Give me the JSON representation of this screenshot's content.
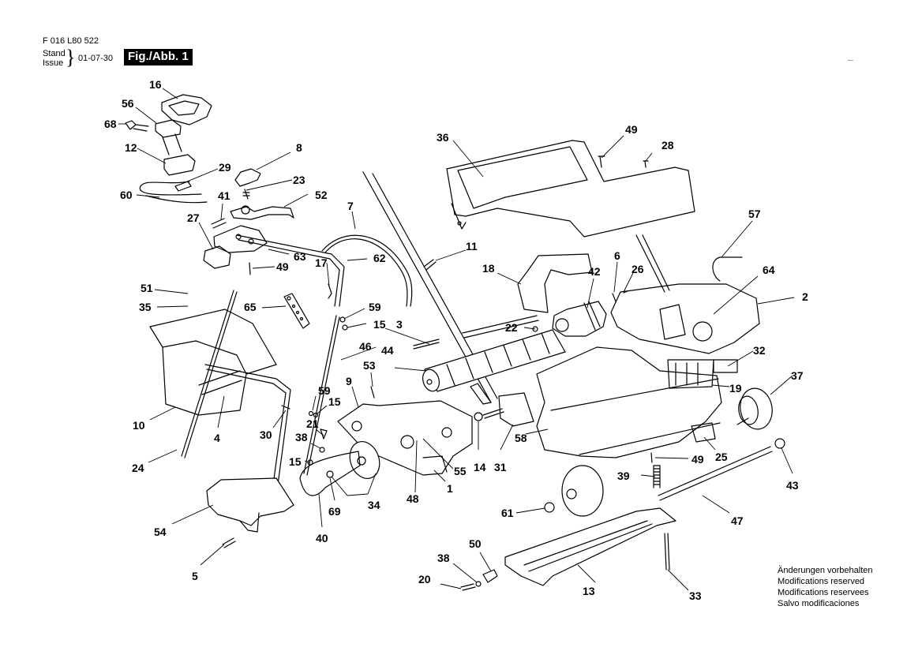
{
  "header": {
    "part_number": "F 016 L80 522",
    "stand_label": "Stand",
    "issue_label": "Issue",
    "date": "01-07-30",
    "figure_label": "Fig./Abb. 1"
  },
  "notice": [
    "Änderungen vorbehalten",
    "Modifications reserved",
    "Modifications reservees",
    "Salvo modificaciones"
  ],
  "callouts": [
    {
      "id": "c16",
      "label": "16"
    },
    {
      "id": "c56",
      "label": "56"
    },
    {
      "id": "c68",
      "label": "68"
    },
    {
      "id": "c12",
      "label": "12"
    },
    {
      "id": "c29",
      "label": "29"
    },
    {
      "id": "c60",
      "label": "60"
    },
    {
      "id": "c8",
      "label": "8"
    },
    {
      "id": "c23",
      "label": "23"
    },
    {
      "id": "c41",
      "label": "41"
    },
    {
      "id": "c52",
      "label": "52"
    },
    {
      "id": "c27",
      "label": "27"
    },
    {
      "id": "c63",
      "label": "63"
    },
    {
      "id": "c49a",
      "label": "49"
    },
    {
      "id": "c17",
      "label": "17"
    },
    {
      "id": "c7",
      "label": "7"
    },
    {
      "id": "c62",
      "label": "62"
    },
    {
      "id": "c11",
      "label": "11"
    },
    {
      "id": "c51",
      "label": "51"
    },
    {
      "id": "c35",
      "label": "35"
    },
    {
      "id": "c65",
      "label": "65"
    },
    {
      "id": "c59a",
      "label": "59"
    },
    {
      "id": "c15a",
      "label": "15"
    },
    {
      "id": "c3",
      "label": "3"
    },
    {
      "id": "c46",
      "label": "46"
    },
    {
      "id": "c44",
      "label": "44"
    },
    {
      "id": "c53",
      "label": "53"
    },
    {
      "id": "c9",
      "label": "9"
    },
    {
      "id": "c10",
      "label": "10"
    },
    {
      "id": "c4",
      "label": "4"
    },
    {
      "id": "c30",
      "label": "30"
    },
    {
      "id": "c59b",
      "label": "59"
    },
    {
      "id": "c15b",
      "label": "15"
    },
    {
      "id": "c21",
      "label": "21"
    },
    {
      "id": "c38a",
      "label": "38"
    },
    {
      "id": "c15c",
      "label": "15"
    },
    {
      "id": "c24",
      "label": "24"
    },
    {
      "id": "c36",
      "label": "36"
    },
    {
      "id": "c49b",
      "label": "49"
    },
    {
      "id": "c28",
      "label": "28"
    },
    {
      "id": "c18",
      "label": "18"
    },
    {
      "id": "c42",
      "label": "42"
    },
    {
      "id": "c6",
      "label": "6"
    },
    {
      "id": "c26",
      "label": "26"
    },
    {
      "id": "c57",
      "label": "57"
    },
    {
      "id": "c64",
      "label": "64"
    },
    {
      "id": "c2",
      "label": "2"
    },
    {
      "id": "c22",
      "label": "22"
    },
    {
      "id": "c32",
      "label": "32"
    },
    {
      "id": "c19",
      "label": "19"
    },
    {
      "id": "c37",
      "label": "37"
    },
    {
      "id": "c14",
      "label": "14"
    },
    {
      "id": "c31",
      "label": "31"
    },
    {
      "id": "c58",
      "label": "58"
    },
    {
      "id": "c55",
      "label": "55"
    },
    {
      "id": "c1",
      "label": "1"
    },
    {
      "id": "c48",
      "label": "48"
    },
    {
      "id": "c34",
      "label": "34"
    },
    {
      "id": "c69",
      "label": "69"
    },
    {
      "id": "c40",
      "label": "40"
    },
    {
      "id": "c54",
      "label": "54"
    },
    {
      "id": "c5",
      "label": "5"
    },
    {
      "id": "c49c",
      "label": "49"
    },
    {
      "id": "c25",
      "label": "25"
    },
    {
      "id": "c39",
      "label": "39"
    },
    {
      "id": "c43",
      "label": "43"
    },
    {
      "id": "c47",
      "label": "47"
    },
    {
      "id": "c61",
      "label": "61"
    },
    {
      "id": "c50",
      "label": "50"
    },
    {
      "id": "c38b",
      "label": "38"
    },
    {
      "id": "c20",
      "label": "20"
    },
    {
      "id": "c13",
      "label": "13"
    },
    {
      "id": "c33",
      "label": "33"
    }
  ]
}
